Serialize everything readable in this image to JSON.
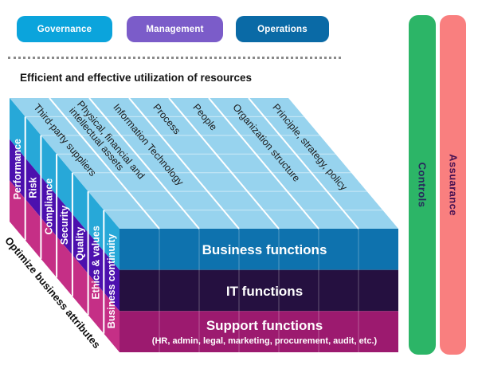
{
  "legend": {
    "items": [
      {
        "label": "Governance",
        "color": "#0ba4dc"
      },
      {
        "label": "Management",
        "color": "#7b5cc9"
      },
      {
        "label": "Operations",
        "color": "#0a6aa6"
      }
    ]
  },
  "heading": "Efficient and effective utilization of resources",
  "cube": {
    "colors": {
      "top_face": "#97d3ee",
      "grid_line": "#ffffff"
    },
    "resources": [
      {
        "label": "Third-party suppliers"
      },
      {
        "label": "Physical, financial and",
        "label2": "intellectual assets"
      },
      {
        "label": "Information Technology"
      },
      {
        "label": "Process"
      },
      {
        "label": "People"
      },
      {
        "label": "Organization structure"
      },
      {
        "label": "Principle, strategy, policy"
      }
    ],
    "attributes": [
      {
        "label": "Performance"
      },
      {
        "label": "Risk"
      },
      {
        "label": "Compliance"
      },
      {
        "label": "Security"
      },
      {
        "label": "Quality"
      },
      {
        "label": "Ethics & values"
      },
      {
        "label": "Business continuity"
      }
    ],
    "attributes_axis_label": "Optimize business attributes",
    "layers": [
      {
        "label": "Business functions",
        "front_color": "#0e72ae",
        "side_color": "#27a8d8"
      },
      {
        "label": "IT functions",
        "front_color": "#251040",
        "side_color": "#4c10ae"
      },
      {
        "label": "Support functions",
        "sublabel": "(HR, admin, legal, marketing, procurement, audit, etc.)",
        "front_color": "#9c1a6f",
        "side_color": "#c52f86"
      }
    ]
  },
  "bars": [
    {
      "label": "Controls",
      "color": "#2cb567"
    },
    {
      "label": "Assuarance",
      "color": "#f97f7f"
    }
  ]
}
